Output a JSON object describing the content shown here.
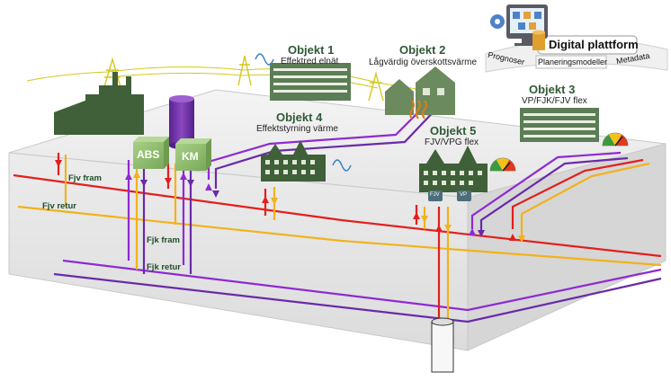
{
  "objects": {
    "obj1": {
      "title": "Objekt 1",
      "subtitle": "Effektred elnät"
    },
    "obj2": {
      "title": "Objekt 2",
      "subtitle": "Lågvärdig överskottsvärme"
    },
    "obj3": {
      "title": "Objekt 3",
      "subtitle": "VP/FJK/FJV flex"
    },
    "obj4": {
      "title": "Objekt 4",
      "subtitle": "Effektstyrning värme"
    },
    "obj5": {
      "title": "Objekt 5",
      "subtitle": "FJV/VPG flex"
    }
  },
  "units": {
    "abs": "ABS",
    "km": "KM",
    "fjv": "FJV",
    "vp": "VP"
  },
  "pipes": {
    "fjv_fram": "Fjv fram",
    "fjv_retur": "Fjv retur",
    "fjk_fram": "Fjk fram",
    "fjk_retur": "Fjk retur"
  },
  "platform": {
    "title": "Digital plattform",
    "items": [
      "Prognoser",
      "Planeringsmodeller",
      "Metadata"
    ]
  },
  "colors": {
    "fjv_fram": "#e41e1e",
    "fjv_retur": "#f2b21a",
    "fjk_fram": "#8e2ad2",
    "fjk_retur": "#6a2aa8",
    "building": "#4a6e45",
    "box": "#8dbb6b",
    "tank": "#6a2c9e"
  }
}
